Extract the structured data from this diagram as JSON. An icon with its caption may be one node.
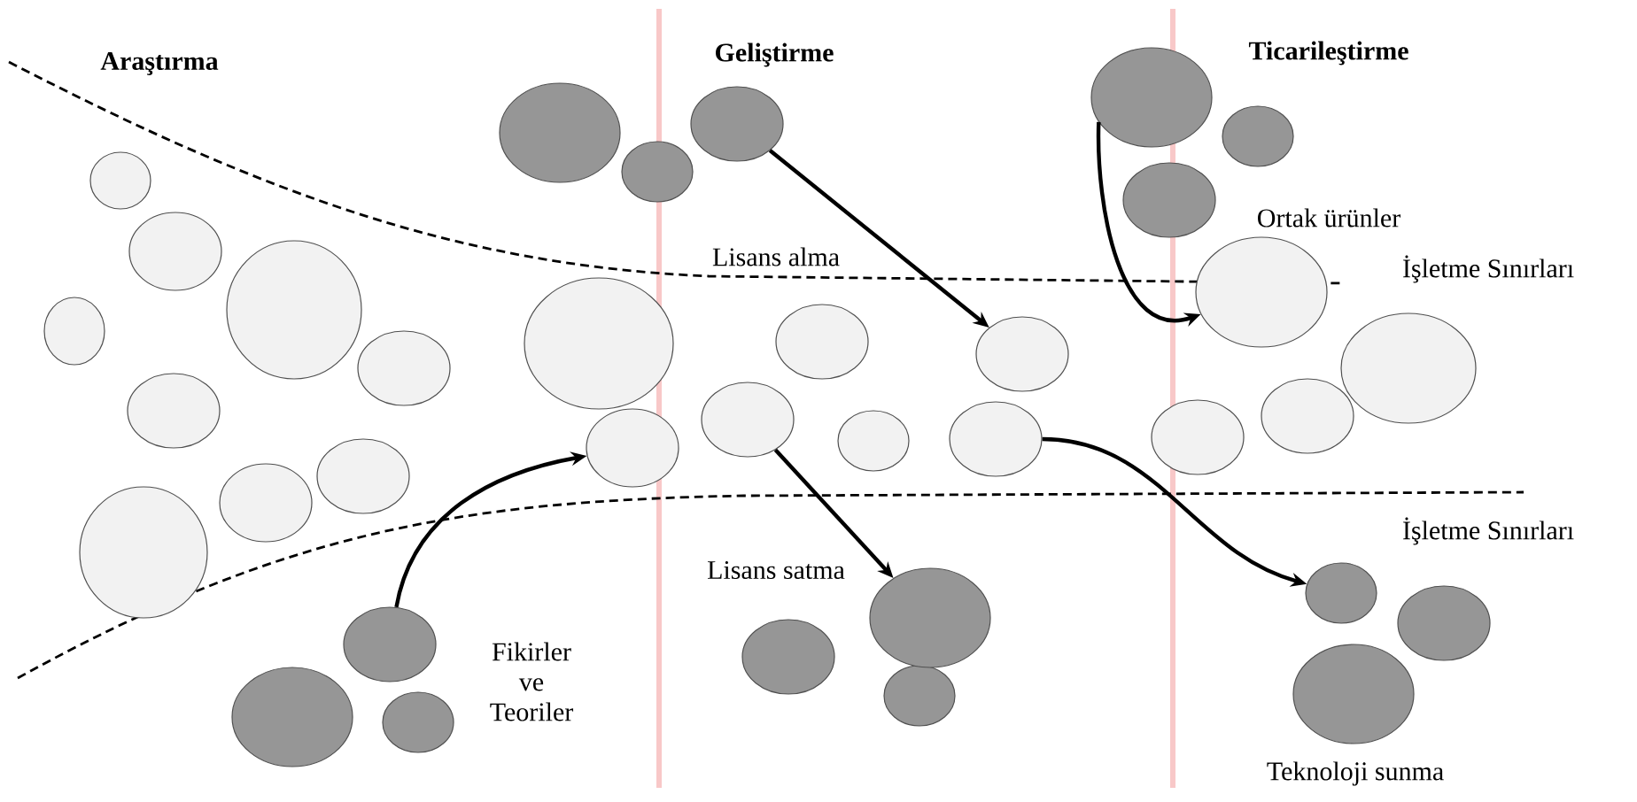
{
  "diagram": {
    "nodes": [
      {
        "text": [],
        "shape": "circle"
      },
      {
        "text": [],
        "shape": "circle"
      },
      {
        "text": [],
        "shape": "circle"
      },
      {
        "text": [],
        "shape": "circle"
      },
      {
        "text": [],
        "shape": "circle"
      },
      {
        "text": [],
        "shape": "circle"
      },
      {
        "text": [],
        "shape": "circle"
      },
      {
        "text": [],
        "shape": "circle"
      },
      {
        "text": [],
        "shape": "circle"
      },
      {
        "text": [],
        "shape": "circle"
      },
      {
        "text": [],
        "shape": "circle"
      },
      {
        "text": [],
        "shape": "circle"
      },
      {
        "text": [],
        "shape": "circle"
      },
      {
        "text": [],
        "shape": "circle"
      },
      {
        "text": [],
        "shape": "circle"
      },
      {
        "text": [],
        "shape": "circle"
      },
      {
        "text": [],
        "shape": "circle"
      },
      {
        "text": [],
        "shape": "circle"
      },
      {
        "text": [],
        "shape": "circle"
      },
      {
        "text": [],
        "shape": "circle"
      },
      {
        "text": [],
        "shape": "circle"
      },
      {
        "text": [],
        "shape": "circle"
      },
      {
        "text": [],
        "shape": "circle"
      },
      {
        "text": [],
        "shape": "circle"
      },
      {
        "text": [],
        "shape": "circle"
      },
      {
        "text": [],
        "shape": "circle"
      },
      {
        "text": [],
        "shape": "circle"
      },
      {
        "text": [],
        "shape": "circle"
      },
      {
        "text": [],
        "shape": "circle"
      },
      {
        "text": [],
        "shape": "circle"
      },
      {
        "text": [],
        "shape": "circle"
      },
      {
        "text": [],
        "shape": "circle"
      },
      {
        "text": [],
        "shape": "circle"
      },
      {
        "text": [],
        "shape": "circle"
      },
      {
        "text": [],
        "shape": "circle"
      }
    ],
    "edges": [
      {
        "from": 9,
        "to": 14,
        "arrow": "to"
      },
      {
        "from": 16,
        "to": 24,
        "arrow": "to"
      },
      {
        "from": 17,
        "to": 22,
        "arrow": "to"
      },
      {
        "from": 23,
        "to": 31,
        "arrow": "to"
      },
      {
        "from": 25,
        "to": 29,
        "arrow": "to"
      }
    ],
    "labels": [
      "Araştırma",
      "Geliştirme",
      "Ticarileştirme",
      "Ortak ürünler",
      "Lisans alma",
      "İşletme Sınırları",
      "İşletme Sınırları",
      "Lisans satma",
      "Fikirler ve Teoriler",
      "Teknoloji sunma"
    ]
  }
}
